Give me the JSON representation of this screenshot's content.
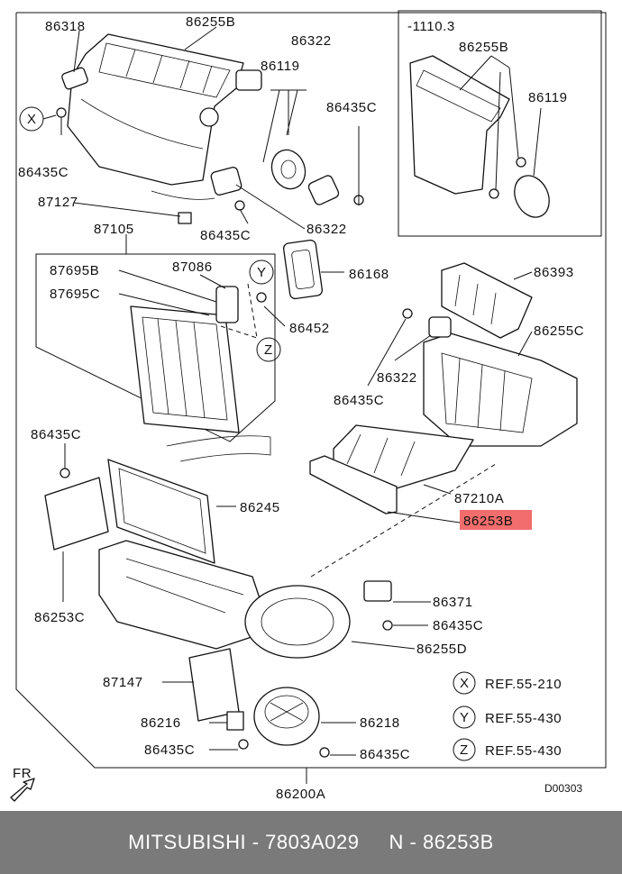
{
  "variant_label": "-1110.3",
  "highlight_color": "#f26d6d",
  "parts": {
    "p86318": "86318",
    "p86255B_main": "86255B",
    "p86322_top": "86322",
    "p86119_main": "86119",
    "p86435C_tr": "86435C",
    "p86435C_left": "86435C",
    "p87127": "87127",
    "p86435C_mid": "86435C",
    "p86322_mid": "86322",
    "p87105": "87105",
    "p87695B": "87695B",
    "p87695C": "87695C",
    "p87086": "87086",
    "p86168": "86168",
    "p86452": "86452",
    "p86393": "86393",
    "p86255C": "86255C",
    "p86322_r": "86322",
    "p86435C_r": "86435C",
    "p86255B_inset": "86255B",
    "p86119_inset": "86119",
    "p86435C_l2": "86435C",
    "p86245": "86245",
    "p87210A": "87210A",
    "p86253B": "86253B",
    "p86253C": "86253C",
    "p86371": "86371",
    "p86435C_b1": "86435C",
    "p86255D": "86255D",
    "p87147": "87147",
    "p86216": "86216",
    "p86218": "86218",
    "p86435C_b2": "86435C",
    "p86435C_b3": "86435C",
    "p86200A": "86200A"
  },
  "refs": [
    {
      "mark": "X",
      "text": "REF.55-210"
    },
    {
      "mark": "Y",
      "text": "REF.55-430"
    },
    {
      "mark": "Z",
      "text": "REF.55-430"
    }
  ],
  "markers": {
    "x": "X",
    "y": "Y",
    "z": "Z"
  },
  "direction_label": "FR",
  "diagram_code": "D00303",
  "footer": {
    "brand": "MITSUBISHI",
    "sep1": " - ",
    "part_number": "7803A029",
    "gap": "     ",
    "position": "N - 86253B"
  }
}
